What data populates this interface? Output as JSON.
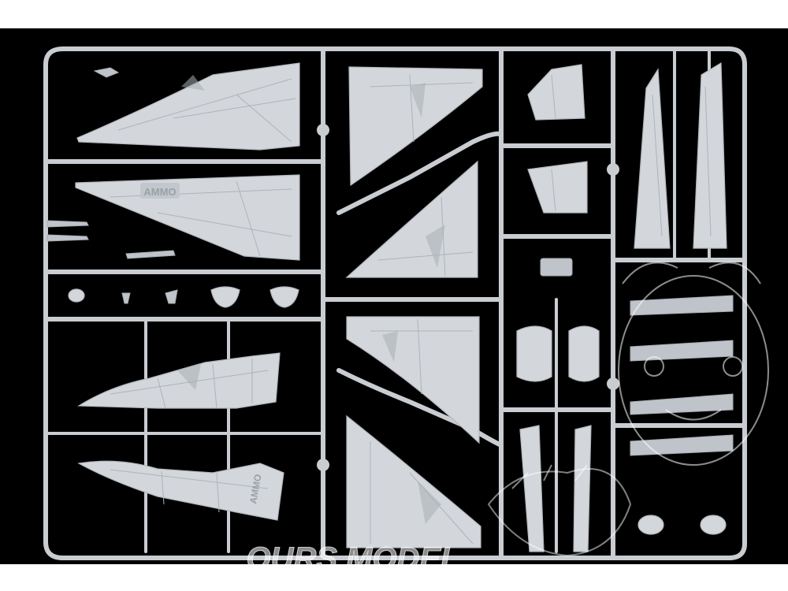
{
  "image": {
    "subject": "plastic model kit sprue",
    "background_color": "#000000",
    "plastic_color": "#d3d7dc"
  },
  "logo": {
    "text": "AMMO"
  },
  "watermark": {
    "text": "OURS MODEL"
  }
}
